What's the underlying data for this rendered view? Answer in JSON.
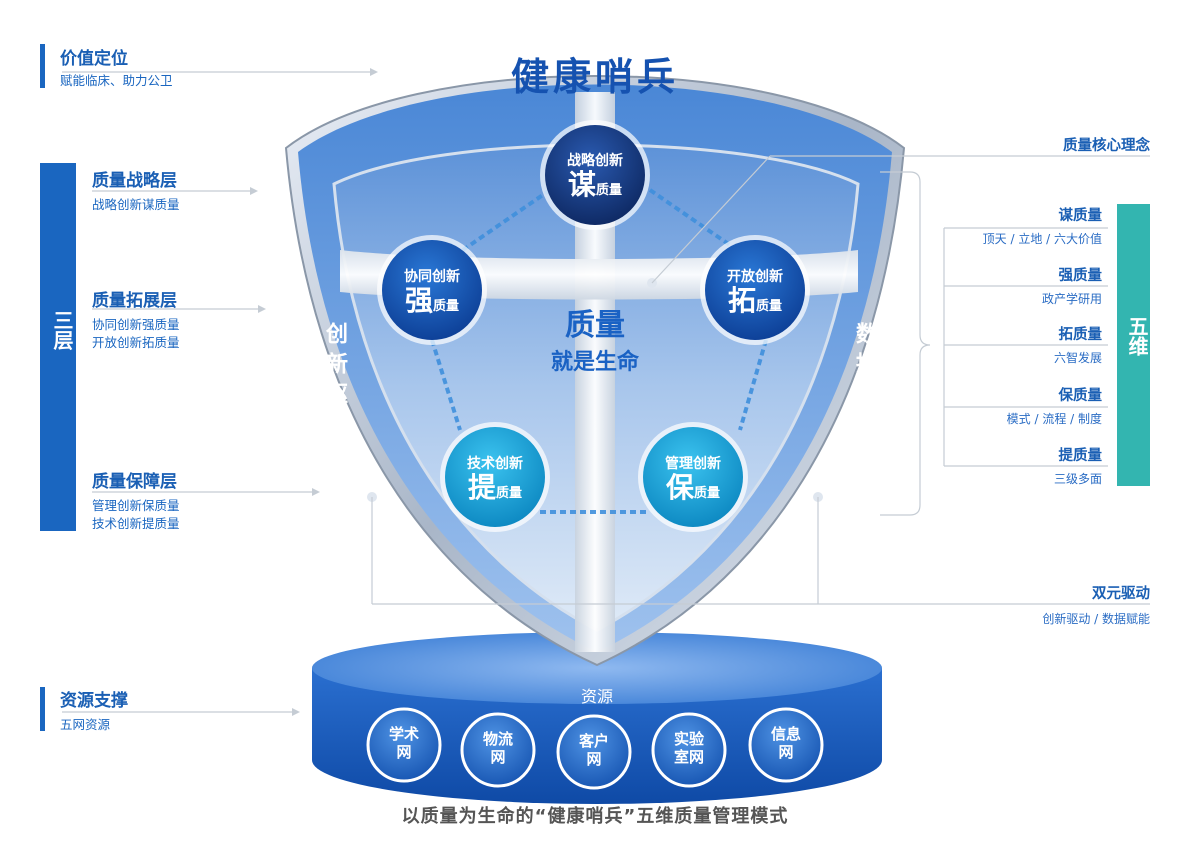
{
  "caption": "以质量为生命的“健康哨兵”五维质量管理模式",
  "shield": {
    "title": "健康哨兵",
    "center_line1": "质量",
    "center_line2": "就是生命",
    "left_vertical": "创新驱动",
    "right_vertical": "数据赋能"
  },
  "circles": [
    {
      "small": "战略创新",
      "big": "谋",
      "suffix": "质量"
    },
    {
      "small": "协同创新",
      "big": "强",
      "suffix": "质量"
    },
    {
      "small": "开放创新",
      "big": "拓",
      "suffix": "质量"
    },
    {
      "small": "技术创新",
      "big": "提",
      "suffix": "质量"
    },
    {
      "small": "管理创新",
      "big": "保",
      "suffix": "质量"
    }
  ],
  "base": {
    "label": "资源",
    "nets": [
      {
        "l1": "学术",
        "l2": "网"
      },
      {
        "l1": "物流",
        "l2": "网"
      },
      {
        "l1": "客户",
        "l2": "网"
      },
      {
        "l1": "实验",
        "l2": "室网"
      },
      {
        "l1": "信息",
        "l2": "网"
      }
    ]
  },
  "left": {
    "positioning": {
      "title": "价值定位",
      "sub": "赋能临床、助力公卫"
    },
    "three_layers_label": "三层",
    "strategy": {
      "title": "质量战略层",
      "sub": "战略创新谋质量"
    },
    "expansion": {
      "title": "质量拓展层",
      "sub1": "协同创新强质量",
      "sub2": "开放创新拓质量"
    },
    "assurance": {
      "title": "质量保障层",
      "sub1": "管理创新保质量",
      "sub2": "技术创新提质量"
    },
    "resource": {
      "title": "资源支撑",
      "sub": "五网资源"
    }
  },
  "right": {
    "core_concept": "质量核心理念",
    "five_dim_label": "五维",
    "dims": [
      {
        "title": "谋质量",
        "sub": "顶天 / 立地 / 六大价值"
      },
      {
        "title": "强质量",
        "sub": "政产学研用"
      },
      {
        "title": "拓质量",
        "sub": "六智发展"
      },
      {
        "title": "保质量",
        "sub": "模式 / 流程 / 制度"
      },
      {
        "title": "提质量",
        "sub": "三级多面"
      }
    ],
    "dual": {
      "title": "双元驱动",
      "sub": "创新驱动 / 数据赋能"
    }
  },
  "colors": {
    "primary": "#1a66c0",
    "teal": "#33b5b0",
    "dark_navy": "#12306e",
    "cyan": "#17a7d6"
  }
}
